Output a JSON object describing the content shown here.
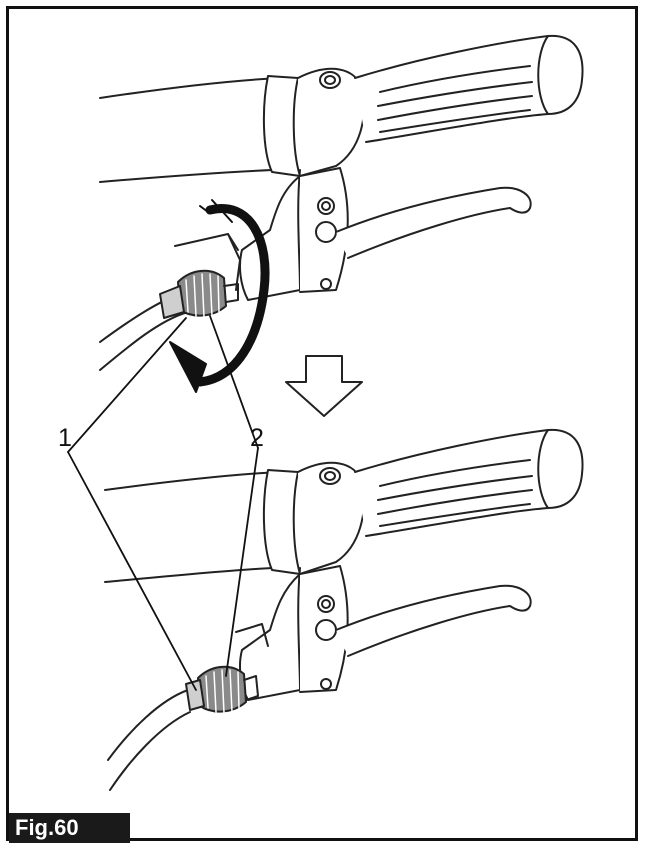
{
  "callouts": {
    "one": "1",
    "two": "2"
  },
  "figure": {
    "label": "Fig.60"
  },
  "colors": {
    "line": "#222222",
    "shade": "#8a8a8a",
    "badge_bg": "#1a1a1a",
    "badge_text": "#ffffff"
  },
  "icons": {
    "rotation": "clockwise-rotation-arrow-icon",
    "down": "down-arrow-icon"
  }
}
